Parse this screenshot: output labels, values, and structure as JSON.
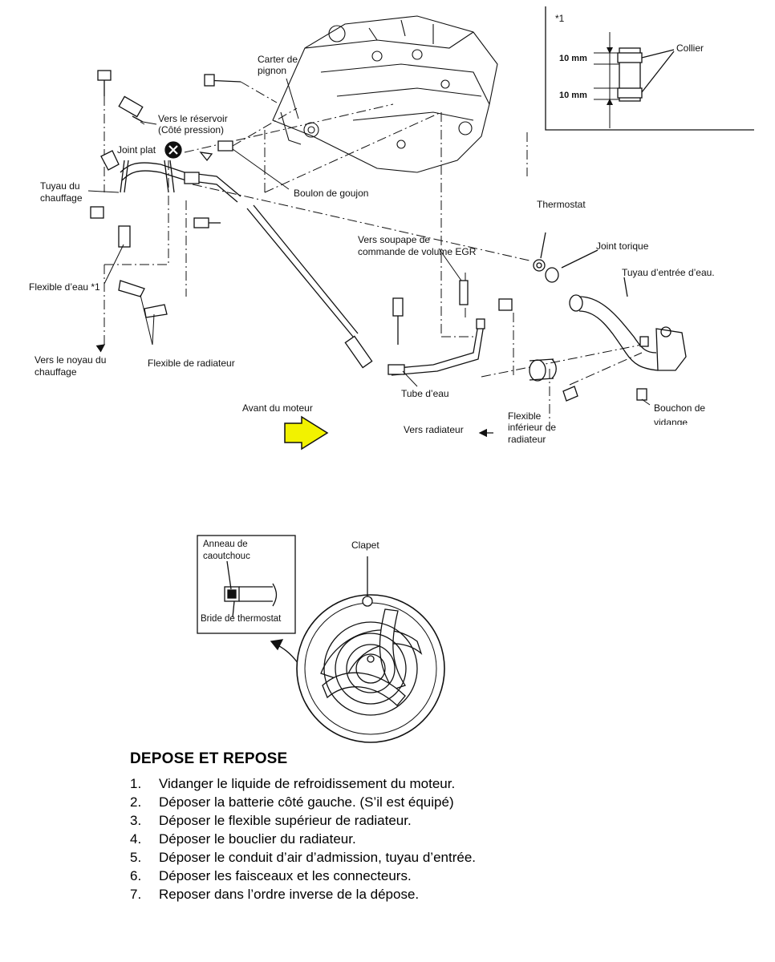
{
  "diagram": {
    "labels": {
      "note_ref": "*1",
      "collier": "Collier",
      "dim_top": "10 mm",
      "dim_bottom": "10 mm",
      "carter_line1": "Carter de",
      "carter_line2": "pignon",
      "reservoir_line1": "Vers le réservoir",
      "reservoir_line2": "(Côté pression)",
      "joint_plat": "Joint plat",
      "tuyau_chauffage_line1": "Tuyau du",
      "tuyau_chauffage_line2": "chauffage",
      "boulon_goujon": "Boulon de goujon",
      "thermostat": "Thermostat",
      "joint_torique": "Joint torique",
      "tuyau_entree": "Tuyau d’entrée d’eau.",
      "soupape_line1": "Vers soupape de",
      "soupape_line2": "commande de volume EGR",
      "flexible_eau": "Flexible d’eau *1",
      "noyau_line1": "Vers le noyau du",
      "noyau_line2": "chauffage",
      "flexible_radiateur": "Flexible de radiateur",
      "tube_eau": "Tube d’eau",
      "avant_moteur": "Avant du moteur",
      "vers_radiateur": "Vers radiateur",
      "flexible_inf_line1": "Flexible",
      "flexible_inf_line2": "inférieur   de",
      "flexible_inf_line3": "radiateur",
      "bouchon_line1": "Bouchon de",
      "bouchon_line2": "vidange",
      "anneau_line1": "Anneau de",
      "anneau_line2": "caoutchouc",
      "bride": "Bride de thermostat",
      "clapet": "Clapet"
    },
    "colors": {
      "arrow_fill": "#f2f200",
      "line": "#111111"
    }
  },
  "procedure": {
    "title": "DEPOSE ET REPOSE",
    "steps": [
      {
        "num": "1.",
        "text": "Vidanger le liquide de refroidissement du moteur."
      },
      {
        "num": "2.",
        "text": "Déposer la batterie côté gauche. (S’il est équipé)"
      },
      {
        "num": "3.",
        "text": "Déposer le flexible supérieur de radiateur."
      },
      {
        "num": "4.",
        "text": "Déposer le bouclier du radiateur."
      },
      {
        "num": "5.",
        "text": "Déposer le conduit d’air d’admission, tuyau d’entrée."
      },
      {
        "num": "6.",
        "text": "Déposer les faisceaux et les connecteurs."
      },
      {
        "num": "7.",
        "text": "Reposer dans l’ordre inverse de la dépose."
      }
    ]
  }
}
